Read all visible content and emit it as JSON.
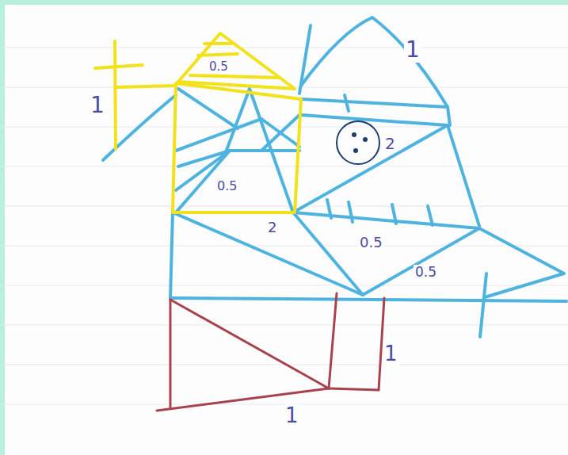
{
  "diagram": {
    "labels": [
      "0.5",
      "1",
      "1",
      "2",
      "0.5",
      "2",
      "0.5",
      "0.5",
      "1",
      "1"
    ]
  }
}
